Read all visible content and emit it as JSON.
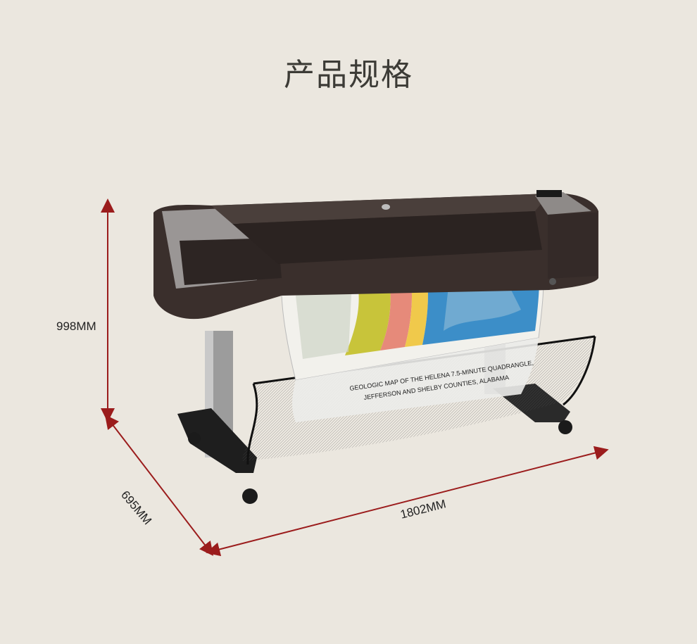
{
  "page": {
    "title": "产品规格"
  },
  "dimensions": {
    "height": "998MM",
    "width": "1802MM",
    "depth": "695MM"
  },
  "poster": {
    "line1": "GEOLOGIC MAP OF THE HELENA 7.5-MINUTE QUADRANGLE,",
    "line2": "JEFFERSON AND SHELBY COUNTIES, ALABAMA"
  },
  "colors": {
    "background": "#ebe7df",
    "arrow": "#9b1c1c",
    "printer_body": "#3a2f2c",
    "title": "#3c3b36"
  },
  "icons": {
    "logo": "hp-logo-icon"
  }
}
